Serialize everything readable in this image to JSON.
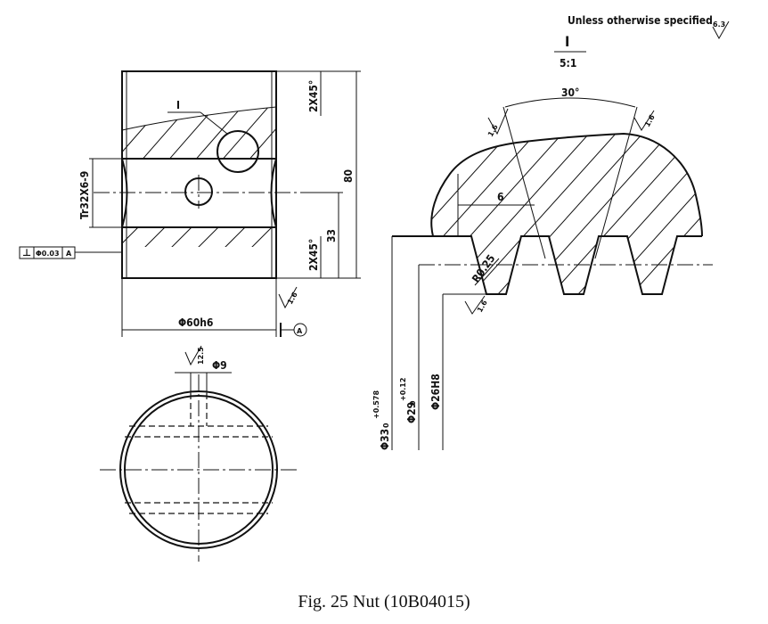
{
  "note": {
    "text": "Unless otherwise specified",
    "roughness": "6.3"
  },
  "detail": {
    "label": "I",
    "scale": "5:1",
    "angle": "30°",
    "pitch": "6",
    "radius": "R0.25",
    "roughness_left": "1.6",
    "roughness_right": "1.6",
    "roughness_root": "1.6",
    "dia_major": "Φ33",
    "dia_major_tol_up": "+0.578",
    "dia_major_tol_low": "0",
    "dia_pitch": "Φ29",
    "dia_pitch_tol_up": "+0.12",
    "dia_pitch_tol_low": "0",
    "dia_minor": "Φ26H8"
  },
  "front": {
    "detail_marker": "I",
    "chamfer_top": "2X45°",
    "chamfer_bottom": "2X45°",
    "length": "80",
    "half_length": "33",
    "thread": "Tr32X6-9",
    "diameter": "Φ60h6",
    "datum": "A",
    "roughness": "1.6",
    "gdt": {
      "symbol": "⊥",
      "tolerance": "Φ0.03",
      "datum": "A"
    }
  },
  "side": {
    "hole": "Φ9",
    "roughness": "12.5"
  },
  "caption": "Fig. 25    Nut (10B04015)"
}
